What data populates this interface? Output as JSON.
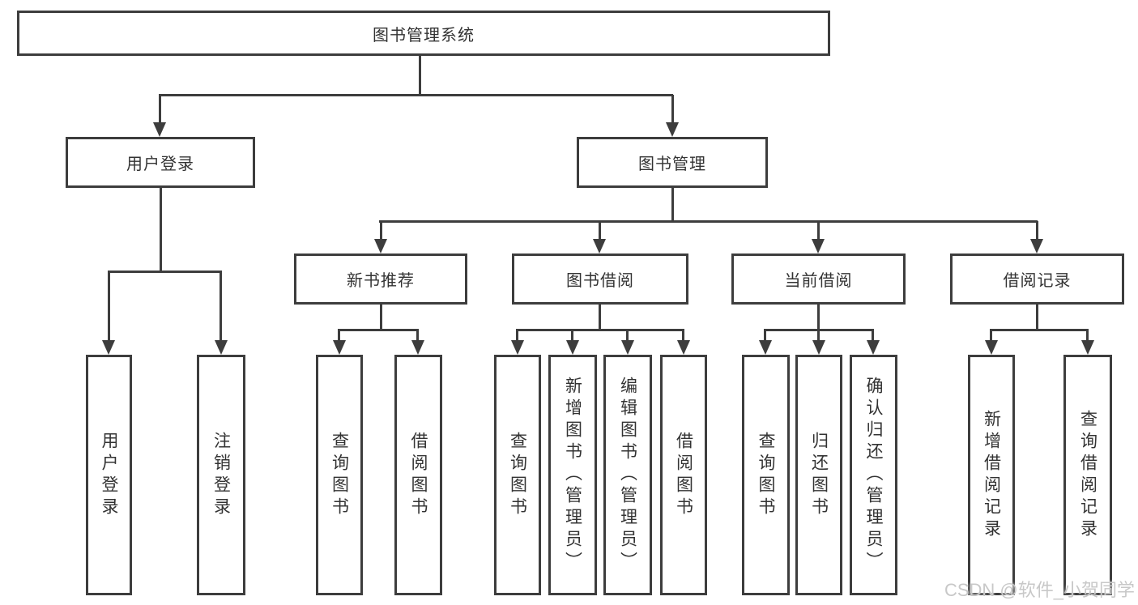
{
  "diagram": {
    "root": {
      "label": "图书管理系统"
    },
    "level2": [
      {
        "id": "user-login",
        "label": "用户登录"
      },
      {
        "id": "book-management",
        "label": "图书管理"
      }
    ],
    "level3": [
      {
        "id": "new-book-recommend",
        "label": "新书推荐"
      },
      {
        "id": "book-borrowing",
        "label": "图书借阅"
      },
      {
        "id": "current-borrowing",
        "label": "当前借阅"
      },
      {
        "id": "borrowing-records",
        "label": "借阅记录"
      }
    ],
    "leaves": {
      "user_login": [
        "用户登录",
        "注销登录"
      ],
      "new_book_recommend": [
        "查询图书",
        "借阅图书"
      ],
      "book_borrowing": [
        "查询图书",
        "新增图书（管理员）",
        "编辑图书（管理员）",
        "借阅图书"
      ],
      "current_borrowing": [
        "查询图书",
        "归还图书",
        "确认归还（管理员）"
      ],
      "borrowing_records": [
        "新增借阅记录",
        "查询借阅记录"
      ]
    }
  },
  "watermark": {
    "text": "CSDN @软件_小贺同学"
  },
  "colors": {
    "line": "#3d3d3d",
    "text": "#333333",
    "watermark": "#c8c8c8",
    "background": "#ffffff"
  }
}
